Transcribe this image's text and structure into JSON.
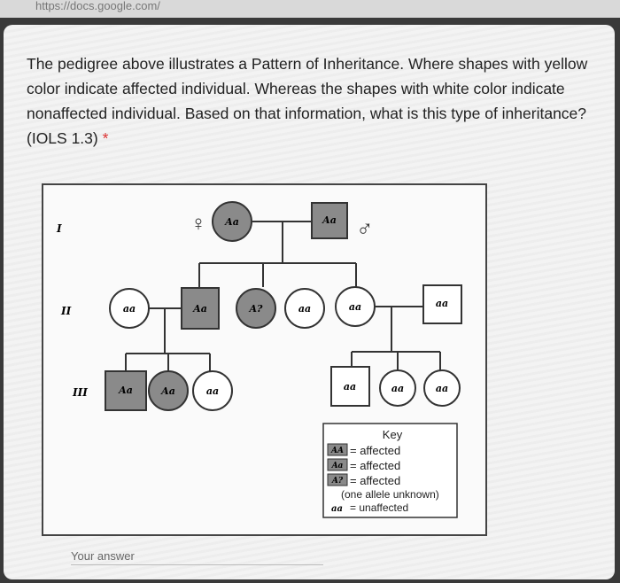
{
  "browser": {
    "url_fragment": "https://docs.google.com/"
  },
  "question": {
    "text": "The pedigree above illustrates a Pattern of Inheritance. Where shapes with yellow color indicate affected individual. Whereas the shapes with white color indicate nonaffected individual. Based on that information, what is this type of inheritance? (IOLS 1.3)",
    "required_mark": "*"
  },
  "pedigree": {
    "generations": [
      "I",
      "II",
      "III"
    ],
    "female_symbol": "♀",
    "male_symbol": "♂",
    "gen1": {
      "mother": "Aa",
      "father": "Aa"
    },
    "gen2": [
      "aa",
      "Aa",
      "A?",
      "aa",
      "aa",
      "aa"
    ],
    "gen3": [
      "Aa",
      "Aa",
      "aa",
      "aa",
      "aa",
      "aa"
    ],
    "key": {
      "title": "Key",
      "items": [
        {
          "symbol": "AA",
          "text": "= affected"
        },
        {
          "symbol": "Aa",
          "text": "= affected"
        },
        {
          "symbol": "A?",
          "text": "= affected"
        }
      ],
      "note": "(one allele unknown)",
      "last_symbol": "aa",
      "last_text": "= unaffected"
    },
    "colors": {
      "affected": "#8a8a8a",
      "unaffected": "#ffffff"
    }
  },
  "answer": {
    "placeholder": "Your answer"
  }
}
